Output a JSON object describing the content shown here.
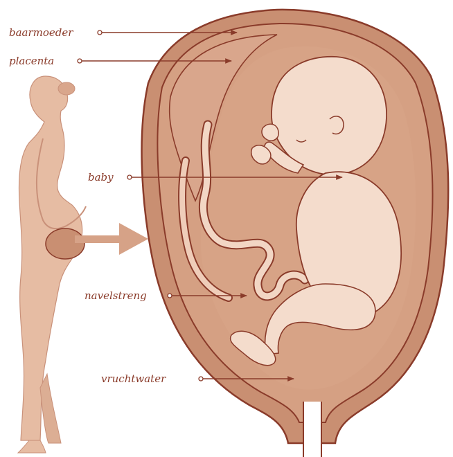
{
  "labels": {
    "uterus": "baarmoeder",
    "placenta": "placenta",
    "baby": "baby",
    "umbilical_cord": "navelstreng",
    "amniotic_fluid": "vruchtwater"
  },
  "colors": {
    "outline": "#8a3b2a",
    "uterus_wall": "#c98f72",
    "placenta": "#d19d80",
    "fluid": "#d5a083",
    "baby_skin": "#f4dccc",
    "mother_skin": "#e6bca3",
    "arrow": "#d6a287",
    "label_text": "#8a3b2a"
  }
}
